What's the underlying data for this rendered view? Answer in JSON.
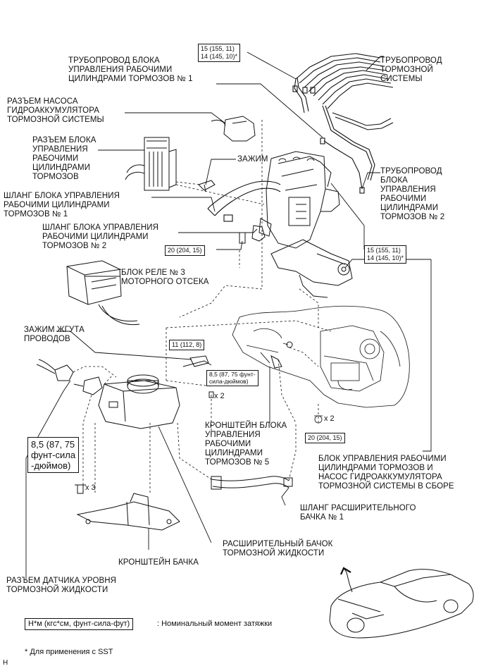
{
  "labels": {
    "brake_line": "ТРУБОПРОВОД\nТОРМОЗНОЙ\nСИСТЕМЫ",
    "actuator_pipe_1": "ТРУБОПРОВОД БЛОКА\nУПРАВЛЕНИЯ РАБОЧИМИ\nЦИЛИНДРАМИ ТОРМОЗОВ № 1",
    "pump_connector": "РАЗЪЕМ НАСОСА\nГИДРОАККУМУЛЯТОРА\nТОРМОЗНОЙ СИСТЕМЫ",
    "actuator_connector": "РАЗЪЕМ БЛОКА\nУПРАВЛЕНИЯ\nРАБОЧИМИ\nЦИЛИНДРАМИ\nТОРМОЗОВ",
    "clamp": "ЗАЖИМ",
    "actuator_pipe_2": "ТРУБОПРОВОД\nБЛОКА\nУПРАВЛЕНИЯ\nРАБОЧИМИ\nЦИЛИНДРАМИ\nТОРМОЗОВ № 2",
    "actuator_hose_1": "ШЛАНГ БЛОКА УПРАВЛЕНИЯ\nРАБОЧИМИ ЦИЛИНДРАМИ\nТОРМОЗОВ № 1",
    "actuator_hose_2": "ШЛАНГ БЛОКА УПРАВЛЕНИЯ\nРАБОЧИМИ ЦИЛИНДРАМИ\nТОРМОЗОВ № 2",
    "relay_block": "БЛОК РЕЛЕ № 3\nМОТОРНОГО ОТСЕКА",
    "harness_clamp": "ЗАЖИМ ЖГУТА\nПРОВОДОВ",
    "actuator_bracket_5": "КРОНШТЕЙН БЛОКА\nУПРАВЛЕНИЯ\nРАБОЧИМИ\nЦИЛИНДРАМИ\nТОРМОЗОВ № 5",
    "actuator_assembly": "БЛОК УПРАВЛЕНИЯ РАБОЧИМИ\nЦИЛИНДРАМИ ТОРМОЗОВ И\nНАСОС ГИДРОАККУМУЛЯТОРА\nТОРМОЗНОЙ СИСТЕМЫ В СБОРЕ",
    "reservoir_hose_1": "ШЛАНГ РАСШИРИТЕЛЬНОГО\nБАЧКА № 1",
    "reservoir": "РАСШИРИТЕЛЬНЫЙ БАЧОК\nТОРМОЗНОЙ ЖИДКОСТИ",
    "reservoir_bracket": "КРОНШТЕЙН БАЧКА",
    "level_sensor_connector": "РАЗЪЕМ ДАТЧИКА УРОВНЯ\nТОРМОЗНОЙ ЖИДКОСТИ"
  },
  "torque": {
    "top": "15 (155, 11)\n14 (145, 10)*",
    "right": "15 (155, 11)\n14 (145, 10)*",
    "bolt_20_a": "20 (204, 15)",
    "bolt_20_b": "20 (204, 15)",
    "bolt_11": "11 (112, 8)",
    "small_85": "8,5 (87, 75 фунт-\nсила-дюймов)",
    "large_85": "8,5 (87, 75\nфунт-сила\n-дюймов)"
  },
  "multipliers": {
    "mid_x2": "x 2",
    "right_x2": "x 2",
    "left_x3": "x 3"
  },
  "legend": {
    "unit": "Н*м (кгс*см, фунт-сила-фут)",
    "description": ": Номинальный момент затяжки",
    "footnote": "* Для применения с SST",
    "corner_mark": "H"
  }
}
